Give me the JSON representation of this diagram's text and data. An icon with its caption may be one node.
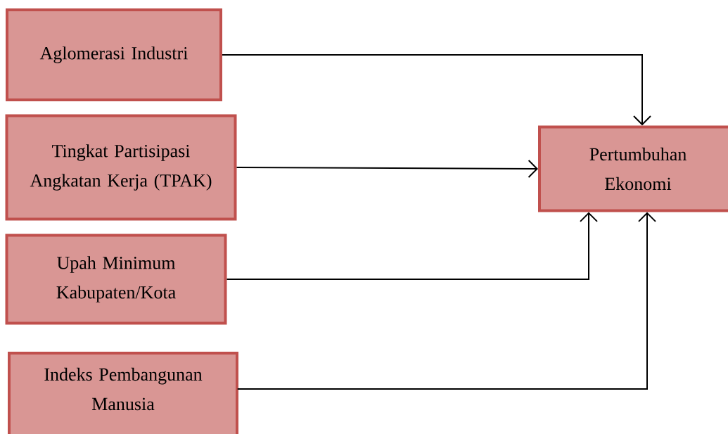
{
  "diagram": {
    "nodes": [
      {
        "text": [
          "Aglomerasi Industri"
        ]
      },
      {
        "text": [
          "Tingkat Partisipasi Angkatan Kerja (TPAK)"
        ]
      },
      {
        "text": [
          "Upah Minimum Kabupaten/Kota"
        ]
      },
      {
        "text": [
          "Indeks Pembangunan Manusia"
        ]
      },
      {
        "text": [
          "Pertumbuhan Ekonomi"
        ]
      }
    ],
    "edges": [
      {
        "from": 0,
        "to": 4,
        "arrow": "to"
      },
      {
        "from": 1,
        "to": 4,
        "arrow": "to"
      },
      {
        "from": 2,
        "to": 4,
        "arrow": "to"
      },
      {
        "from": 3,
        "to": 4,
        "arrow": "to"
      }
    ]
  }
}
